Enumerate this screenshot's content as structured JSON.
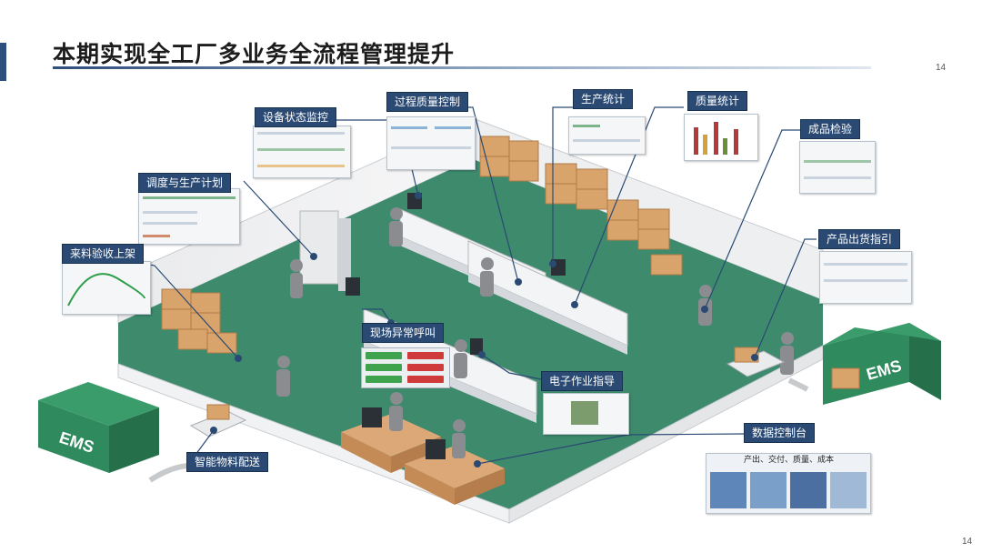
{
  "title": "本期实现全工厂多业务全流程管理提升",
  "page_number_top": "14",
  "page_number_bottom": "14",
  "colors": {
    "accent": "#2d4f7c",
    "floor": "#3d8a6d",
    "label_bg": "#2a4a73",
    "truck": "#2f8a5e"
  },
  "labels": {
    "equipment_monitor": "设备状态监控",
    "process_quality": "过程质量控制",
    "production_stats": "生产统计",
    "quality_stats": "质量统计",
    "final_inspection": "成品检验",
    "scheduling": "调度与生产计划",
    "incoming": "来料验收上架",
    "shipping_guide": "产品出货指引",
    "andon": "现场异常呼叫",
    "e_sop": "电子作业指导",
    "data_console": "数据控制台",
    "material_delivery": "智能物料配送"
  },
  "dashboard_caption": "产出、交付、质量、成本",
  "truck_text": "EMS"
}
